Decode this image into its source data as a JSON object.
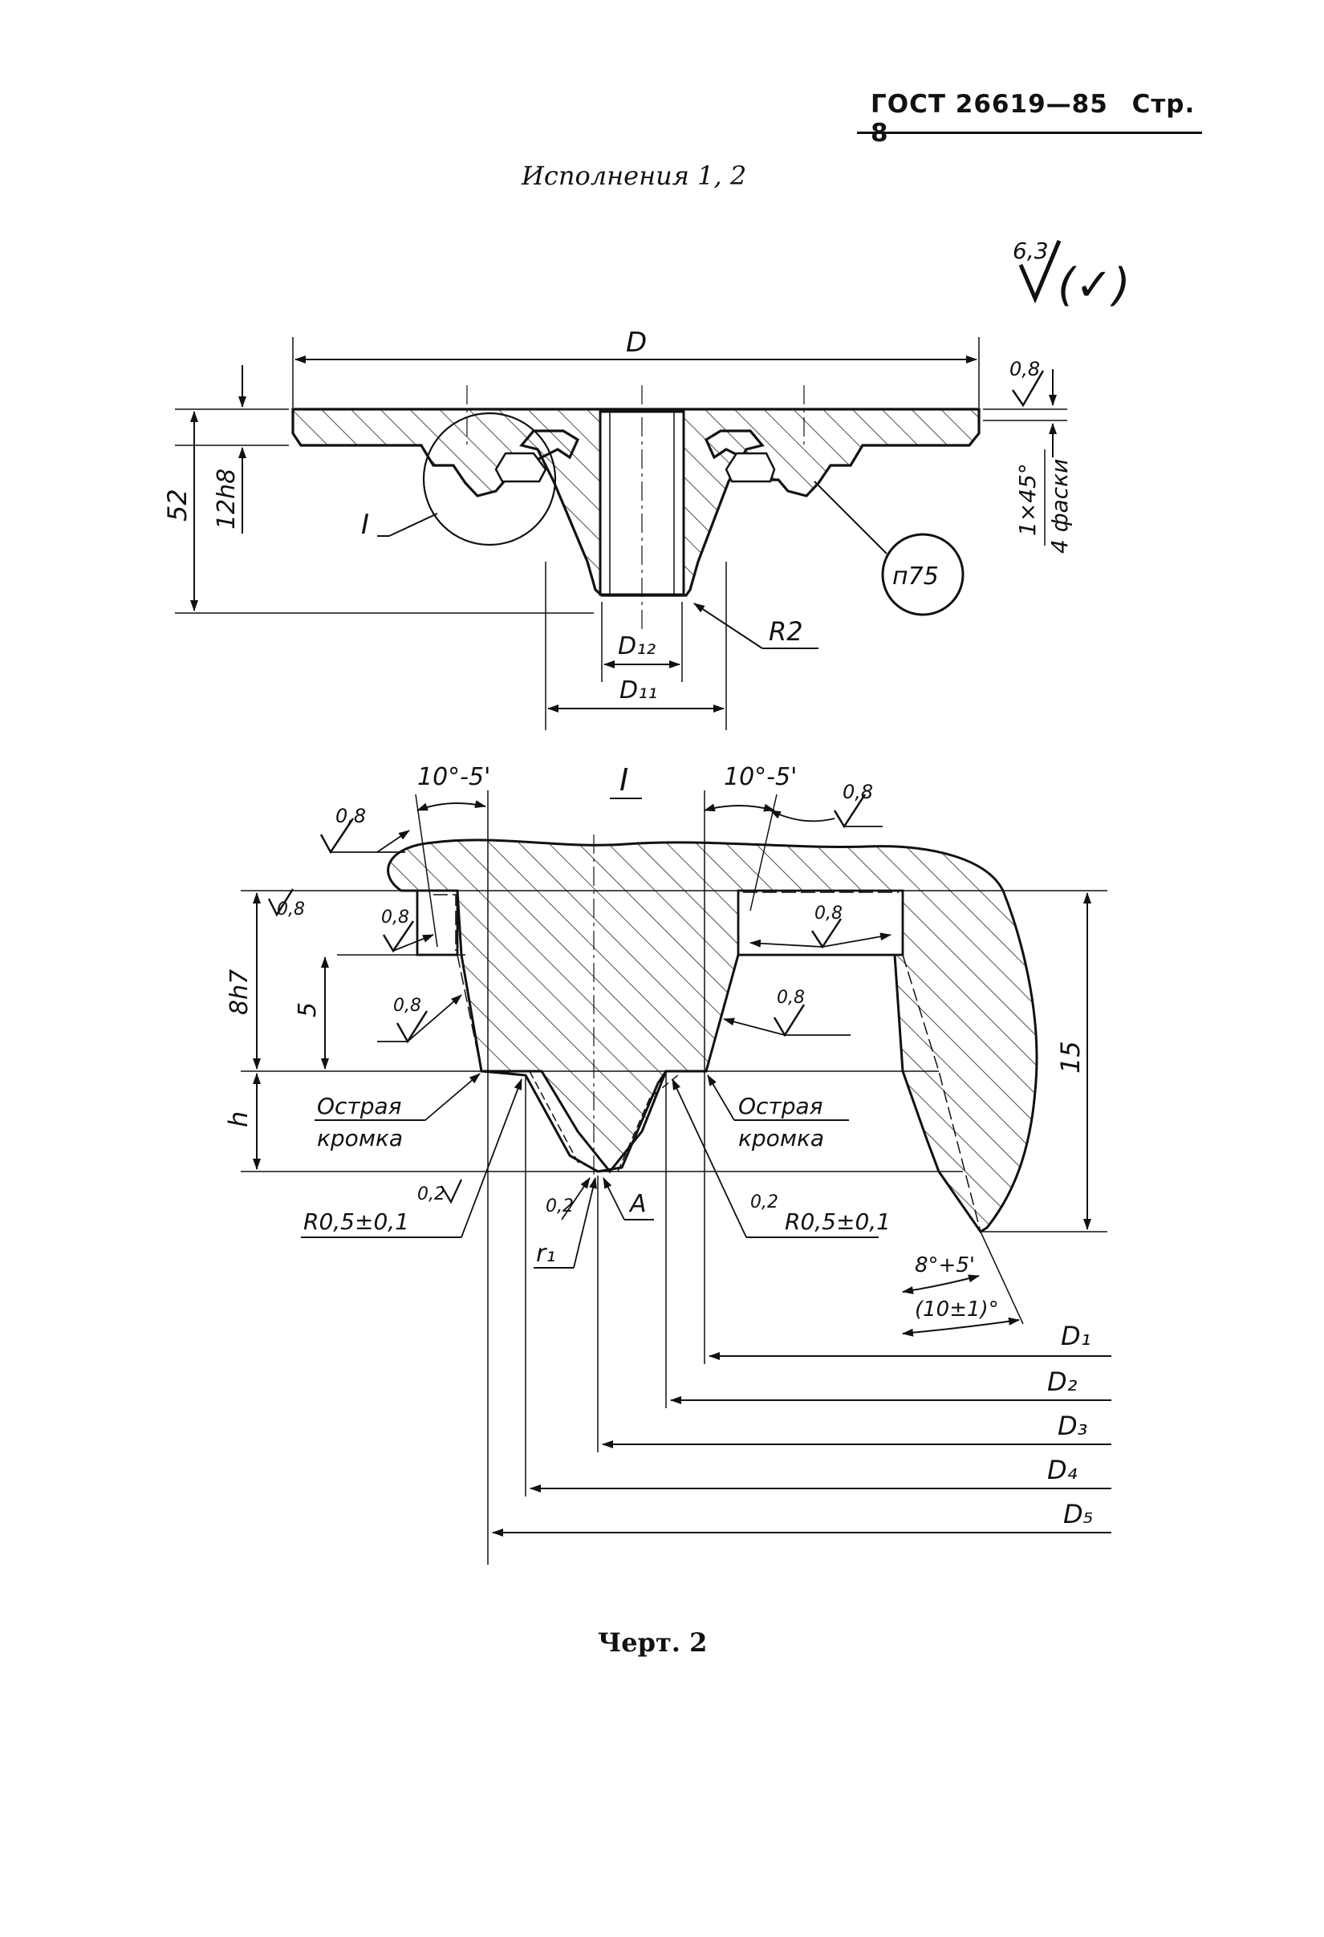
{
  "header": {
    "standard": "ГОСТ 26619—85",
    "page_label": "Стр. 8"
  },
  "subtitle": "Исполнения 1, 2",
  "caption": "Черт. 2",
  "roughness": {
    "general": "6,3",
    "bracket": "(✓)"
  },
  "top_view": {
    "dim_D": "D",
    "dim_52": "52",
    "dim_12h8": "12h8",
    "dim_D12": "D₁₂",
    "dim_D11": "D₁₁",
    "radius_R2": "R2",
    "chamfer": "1×45°",
    "chamfer_note": "4 фаски",
    "surface_08": "0,8",
    "detail_ref": "I",
    "weld_symbol": "п75"
  },
  "detail": {
    "title": "I",
    "angle_left": "10°-5'",
    "angle_right": "10°-5'",
    "angle_bottom": "8°+5'",
    "angle_bottom_2": "(10±1)°",
    "roughness_08": "0,8",
    "roughness_02": "0,2",
    "dim_8h7": "8h7",
    "dim_5": "5",
    "dim_h": "h",
    "dim_15": "15",
    "sharp_edge_left_1": "Острая",
    "sharp_edge_left_2": "кромка",
    "sharp_edge_right_1": "Острая",
    "sharp_edge_right_2": "кромка",
    "radius_left": "R0,5±0,1",
    "radius_right": "R0,5±0,1",
    "r1": "r₁",
    "point_A": "A",
    "D1": "D₁",
    "D2": "D₂",
    "D3": "D₃",
    "D4": "D₄",
    "D5": "D₅"
  }
}
